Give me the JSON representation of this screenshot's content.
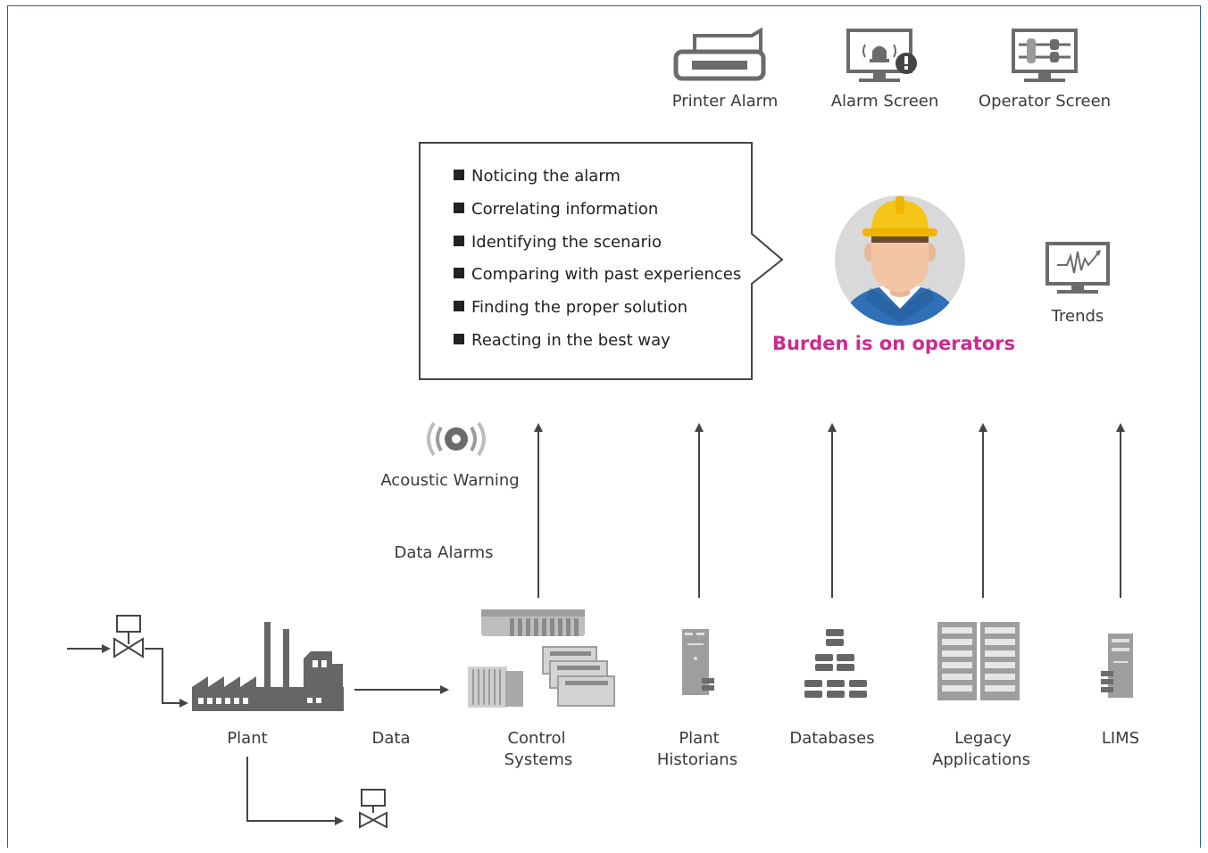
{
  "colors": {
    "accent": "#cc2a91",
    "icon": "#6b6b6b",
    "line": "#444444",
    "frame": "#2b5f8a",
    "helmet": "#f5c518",
    "shirt": "#2e6fb5"
  },
  "outputs": [
    {
      "label": "Printer Alarm",
      "icon": "printer-icon"
    },
    {
      "label": "Alarm Screen",
      "icon": "alarm-screen-icon"
    },
    {
      "label": "Operator Screen",
      "icon": "operator-screen-icon"
    }
  ],
  "trends": {
    "label": "Trends",
    "icon": "trends-monitor-icon"
  },
  "burden": {
    "text": "Burden is on operators"
  },
  "tasks": [
    "Noticing the alarm",
    "Correlating information",
    "Identifying the scenario",
    "Comparing with past experiences",
    "Finding the proper solution",
    "Reacting in the best way"
  ],
  "acoustic": {
    "label": "Acoustic Warning"
  },
  "data_alarms": {
    "label": "Data Alarms"
  },
  "plant": {
    "label": "Plant"
  },
  "data": {
    "label": "Data"
  },
  "sources": [
    {
      "line1": "Control",
      "line2": "Systems"
    },
    {
      "line1": "Plant",
      "line2": "Historians"
    },
    {
      "line1": "Databases",
      "line2": ""
    },
    {
      "line1": "Legacy",
      "line2": "Applications"
    },
    {
      "line1": "LIMS",
      "line2": ""
    }
  ]
}
